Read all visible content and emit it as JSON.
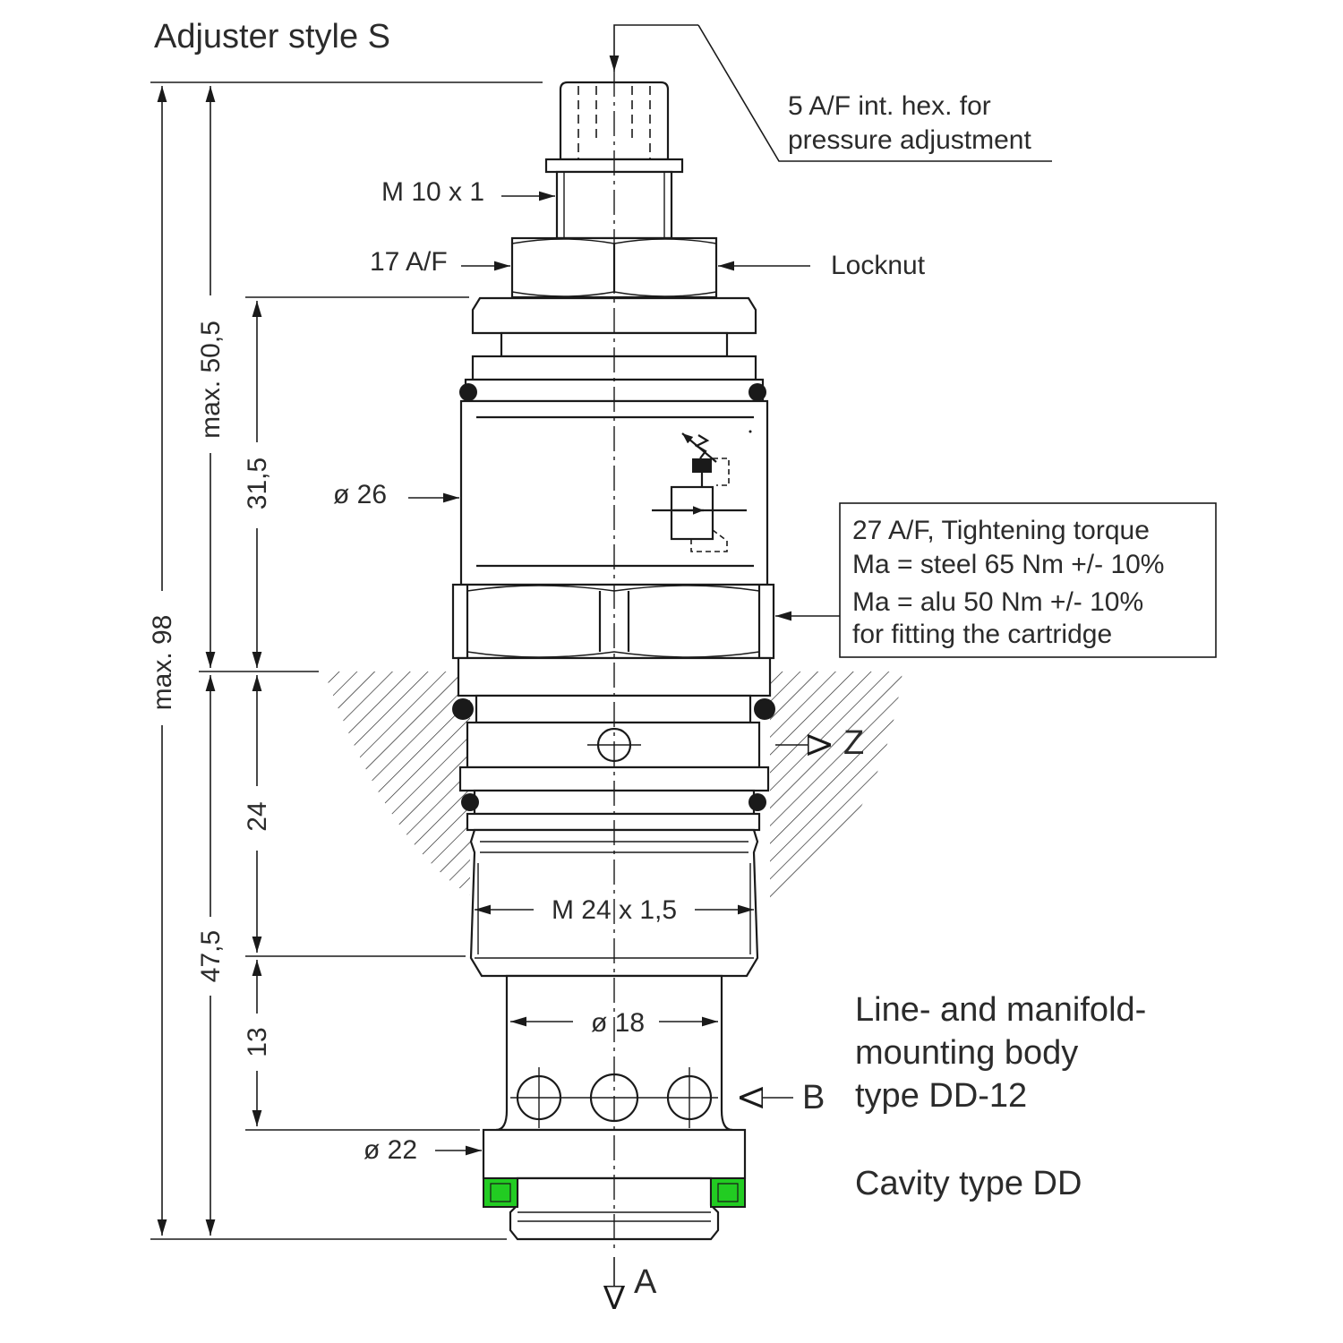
{
  "title": "Adjuster style S",
  "callouts": {
    "hex_adjust_line1": "5 A/F int. hex. for",
    "hex_adjust_line2": "pressure adjustment",
    "thread_top": "M 10 x 1",
    "nut_af": "17 A/F",
    "locknut": "Locknut",
    "diameter_body": "ø 26",
    "torque_line1": "27 A/F, Tightening torque",
    "torque_line2": "Ma = steel 65 Nm +/- 10%",
    "torque_line3": "Ma = alu 50 Nm +/- 10%",
    "torque_line4": "for fitting the cartridge",
    "thread_main": "M 24 x 1,5",
    "diameter_18": "ø 18",
    "diameter_22": "ø 22"
  },
  "dimensions": {
    "overall": "max. 98",
    "upper": "max. 50,5",
    "lower": "47,5",
    "d31": "31,5",
    "d24": "24",
    "d13": "13"
  },
  "ports": {
    "z": "Z",
    "b": "B",
    "a": "A"
  },
  "body_note": {
    "line1": "Line- and manifold-",
    "line2": "mounting body",
    "line3": "type DD-12"
  },
  "cavity_note": "Cavity type DD",
  "colors": {
    "seal": "#22cc22",
    "line": "#1a1a1a",
    "text": "#2b2b2b"
  }
}
